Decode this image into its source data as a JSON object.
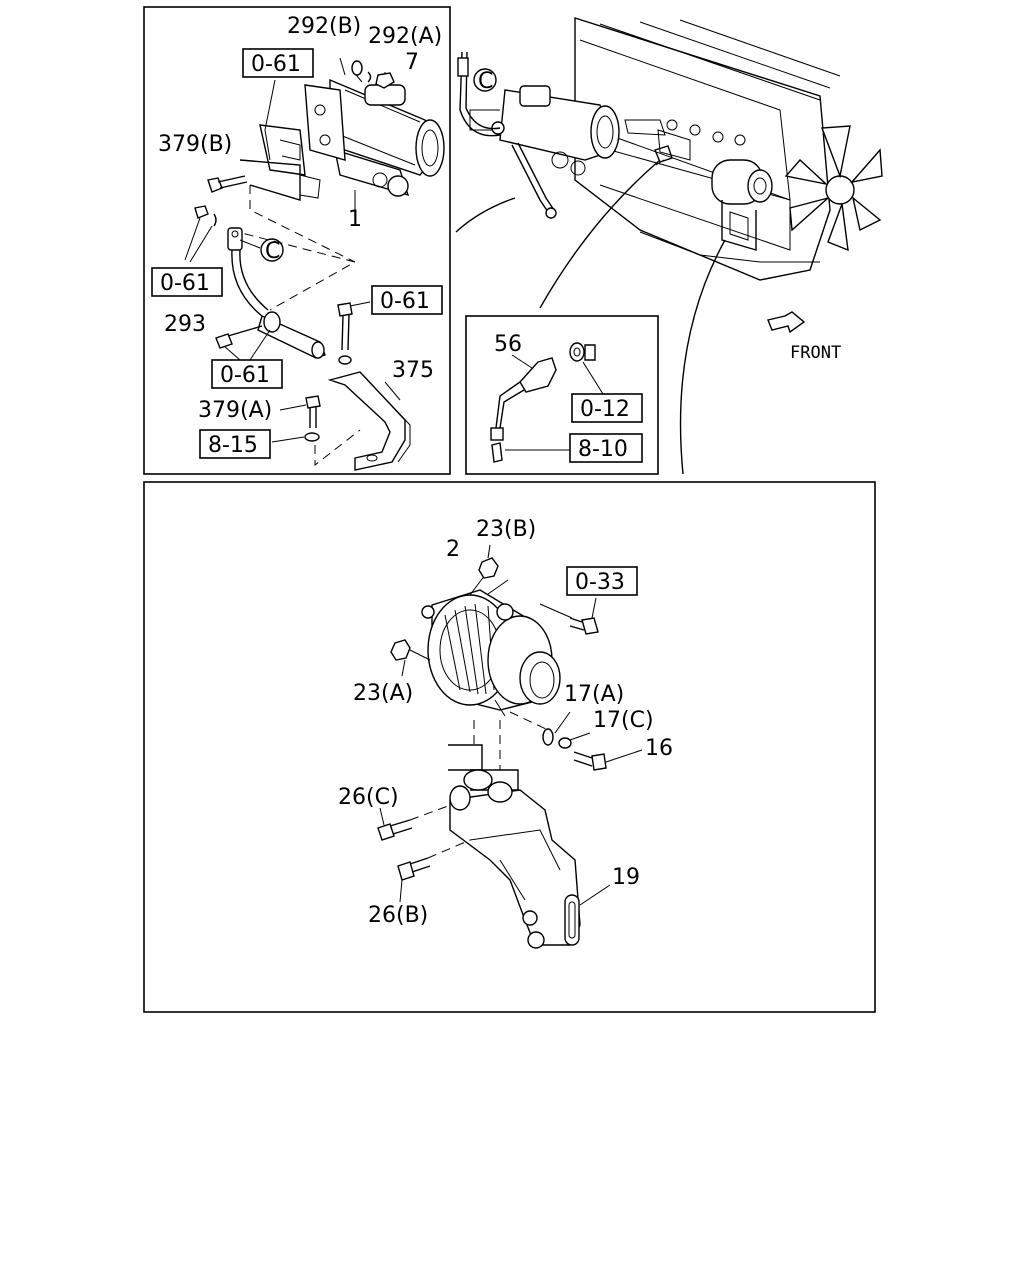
{
  "labels": {
    "p292b": "292(B)",
    "p292a": "292(A)",
    "p7": "7",
    "p379b": "379(B)",
    "p1": "1",
    "c_top": "C",
    "c_engine": "C",
    "p293": "293",
    "p375": "375",
    "p379a": "379(A)",
    "p56": "56",
    "front": "FRONT",
    "p23b": "23(B)",
    "p2": "2",
    "p23a": "23(A)",
    "p17a": "17(A)",
    "p17c": "17(C)",
    "p16": "16",
    "p26c": "26(C)",
    "p19": "19",
    "p26b": "26(B)"
  },
  "ref_boxes": {
    "b061_top": "0-61",
    "b061_left": "0-61",
    "b061_right": "0-61",
    "b061_bottom": "0-61",
    "b815": "8-15",
    "b012": "0-12",
    "b810": "8-10",
    "b033": "0-33"
  }
}
